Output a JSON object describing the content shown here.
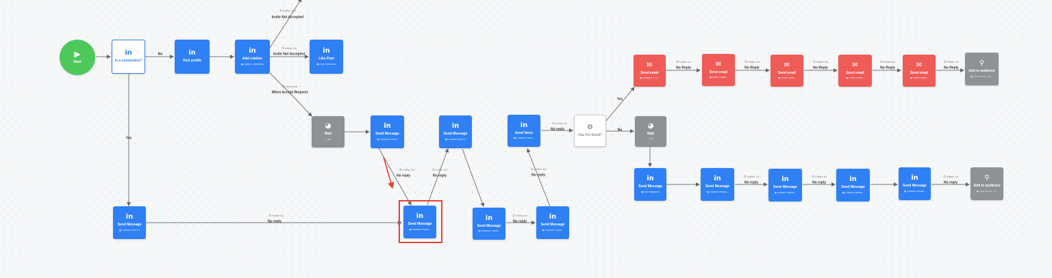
{
  "colors": {
    "linkedin": "#2f80f5",
    "email": "#ef5b57",
    "wait": "#8e9195",
    "start": "#4cc95a",
    "highlight": "#e5432e"
  },
  "nodes": {
    "start": {
      "title": "Start",
      "icon": "play-icon"
    },
    "is_connection": {
      "title": "Is a connection?",
      "icon": "linkedin-icon",
      "glyph": "in"
    },
    "visit_profile": {
      "title": "Visit profile",
      "icon": "linkedin-icon",
      "glyph": "in"
    },
    "add_relation": {
      "title": "Add relation",
      "sub": "▦ Added Connection",
      "icon": "linkedin-icon",
      "glyph": "in"
    },
    "like_post": {
      "title": "Like Post",
      "sub": "▦ Post Interaction",
      "icon": "linkedin-icon",
      "glyph": "in"
    },
    "wait_1": {
      "title": "Wait",
      "sub": "⏱ 5d",
      "icon": "clock-icon",
      "glyph": "◕"
    },
    "send_msg_1": {
      "title": "Send Message",
      "sub": "▦ LinkedIn Intro #1",
      "icon": "linkedin-icon",
      "glyph": "in"
    },
    "send_msg_2": {
      "title": "Send Message",
      "sub": "▦ LinkedIn Intro #2",
      "icon": "linkedin-icon",
      "glyph": "in"
    },
    "send_msg_left": {
      "title": "Send Message",
      "sub": "▦ LinkedIn Intro #1",
      "icon": "linkedin-icon",
      "glyph": "in"
    },
    "send_msg_highlight": {
      "title": "Send Message",
      "sub": "▦ LinkedIn Follow...",
      "icon": "linkedin-icon",
      "glyph": "in"
    },
    "send_msg_3": {
      "title": "Send Message",
      "sub": "▦ LinkedIn Follow...",
      "icon": "linkedin-icon",
      "glyph": "in"
    },
    "send_msg_4": {
      "title": "Send Message",
      "sub": "▦ LinkedIn Follow...",
      "icon": "linkedin-icon",
      "glyph": "in"
    },
    "send_voice": {
      "title": "Send Voice",
      "sub": "▦ LinkedIn Voice...",
      "icon": "linkedin-icon",
      "glyph": "in"
    },
    "has_pro_email": {
      "title": "Has Pro Email?",
      "icon": "condition-icon",
      "glyph": "⚙"
    },
    "wait_2": {
      "title": "Wait",
      "sub": "⏱ 2d",
      "icon": "clock-icon",
      "glyph": "◕"
    },
    "email_1": {
      "title": "Send email",
      "sub": "▦ Invitation + Fo...",
      "icon": "mail-icon",
      "glyph": "✉"
    },
    "email_2": {
      "title": "Send email",
      "sub": "▦ Email Follow...",
      "icon": "mail-icon",
      "glyph": "✉"
    },
    "email_3": {
      "title": "Send email",
      "sub": "▦ Email Follow...",
      "icon": "mail-icon",
      "glyph": "✉"
    },
    "email_4": {
      "title": "Send email",
      "sub": "▦ Email Follow...",
      "icon": "mail-icon",
      "glyph": "✉"
    },
    "email_5": {
      "title": "Send email",
      "sub": "▦ Email Follow...",
      "icon": "mail-icon",
      "glyph": "✉"
    },
    "audience_1": {
      "title": "Add to audience",
      "sub": "▦ 2022-08-05 - Em...",
      "icon": "audience-icon",
      "glyph": "⚲"
    },
    "li_row_1": {
      "title": "Send Message",
      "sub": "▦ Not Response",
      "icon": "linkedin-icon",
      "glyph": "in"
    },
    "li_row_2": {
      "title": "Send Message",
      "sub": "▦ LinkedIn Messa...",
      "icon": "linkedin-icon",
      "glyph": "in"
    },
    "li_row_3": {
      "title": "Send Message",
      "sub": "▦ LinkedIn Messa...",
      "icon": "linkedin-icon",
      "glyph": "in"
    },
    "li_row_4": {
      "title": "Send Message",
      "sub": "▦ LinkedIn Messa...",
      "icon": "linkedin-icon",
      "glyph": "in"
    },
    "li_row_5": {
      "title": "Send Message",
      "sub": "▦ LinkedIn Messa...",
      "icon": "linkedin-icon",
      "glyph": "in"
    },
    "audience_2": {
      "title": "Add to audience",
      "sub": "▦ 2022-08-05 - Li...",
      "icon": "audience-icon",
      "glyph": "⚲"
    }
  },
  "edge_labels": {
    "no": "No",
    "yes": "Yes",
    "no_reply": "No reply",
    "no_reply_cap": "No Reply",
    "invite_not_accepted": "Invite Not Accepted",
    "when_accept": "When Accept Request",
    "after_10d": "⏱ If After 10d",
    "after_4d": "⏱ If After 4d",
    "after_3d": "⏱ If After 3d",
    "after_5d": "⏱ If After 5d",
    "after_6d": "⏱ If After 6d",
    "after_7d": "⏱ If After 7d",
    "after_1d": "⏱ If After 1d",
    "having_3d": "⏱ Having 3d"
  }
}
